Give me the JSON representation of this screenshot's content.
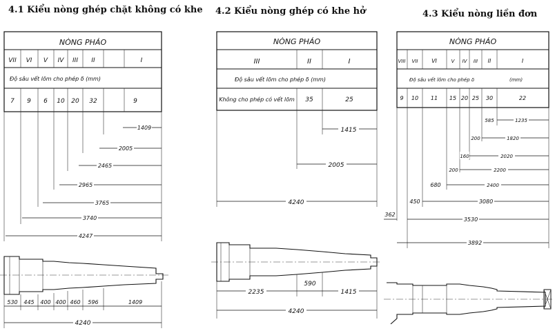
{
  "panels": [
    {
      "title": "4.1 Kiểu nòng ghép chặt không có khe",
      "header": "NÒNG PHÁO",
      "sections": [
        "VII",
        "VI",
        "V",
        "IV",
        "III",
        "II",
        "I"
      ],
      "depth_label": "Độ sâu vết lõm cho phép δ (mm)",
      "depths": [
        "7",
        "9",
        "6",
        "10",
        "20",
        "32",
        "9"
      ],
      "dims": [
        "1409",
        "2005",
        "2465",
        "2965",
        "3765",
        "3740",
        "4247"
      ],
      "lengths": [
        "530",
        "445",
        "400",
        "400",
        "460",
        "596",
        "1409"
      ],
      "total": "4240"
    },
    {
      "title": "4.2 Kiểu nòng ghép có khe hở",
      "header": "NÒNG PHÁO",
      "sections": [
        "III",
        "II",
        "I"
      ],
      "depth_label": "Độ sâu vết lõm cho phép δ (mm)",
      "depths": [
        "Không cho phép có vết lõm",
        "35",
        "25"
      ],
      "dims": [
        "1415",
        "2005",
        "4240"
      ],
      "lengths": [
        "2235",
        "590",
        "1415"
      ],
      "total": "4240"
    },
    {
      "title": "4.3 Kiểu nòng liền đơn",
      "header": "NÒNG PHÁO",
      "sections": [
        "VIII",
        "VII",
        "VI",
        "V",
        "IV",
        "III",
        "II",
        "I"
      ],
      "depth_label": "Độ sâu vết lõm cho phép δ",
      "depth_unit": "(mm)",
      "depths": [
        "9",
        "10",
        "11",
        "15",
        "20",
        "25",
        "30",
        "22"
      ],
      "dims": [
        "585",
        "1235",
        "200",
        "1820",
        "160",
        "2020",
        "200",
        "2200",
        "680",
        "2400",
        "450",
        "3080",
        "362",
        "3530",
        "3892"
      ]
    }
  ]
}
